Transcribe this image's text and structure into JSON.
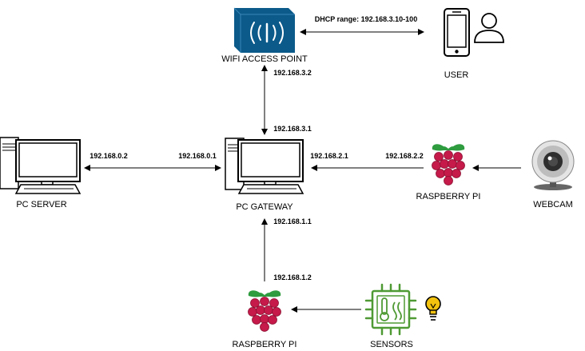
{
  "nodes": {
    "wifi_ap": "WIFI ACCESS POINT",
    "user": "USER",
    "pc_server": "PC SERVER",
    "pc_gateway": "PC GATEWAY",
    "raspberry_pi_right": "RASPBERRY PI",
    "webcam": "WEBCAM",
    "raspberry_pi_bottom": "RASPBERRY PI",
    "sensors": "SENSORS"
  },
  "edges": {
    "dhcp_range": "DHCP range: 192.168.3.10-100",
    "ap_ip": "192.168.3.2",
    "gw_wifi_ip": "192.168.3.1",
    "server_ip": "192.168.0.2",
    "gw_lan_ip": "192.168.0.1",
    "gw_cam_ip": "192.168.2.1",
    "pi_cam_ip": "192.168.2.2",
    "gw_sensor_ip": "192.168.1.1",
    "pi_sensor_ip": "192.168.1.2"
  },
  "colors": {
    "ap_blue": "#0b5a8a",
    "raspberry_red": "#c51a4a",
    "raspberry_leaf": "#2e9c3f",
    "sensor_green": "#4f9a34",
    "bulb_yellow": "#f2c20f",
    "line": "#000000"
  }
}
